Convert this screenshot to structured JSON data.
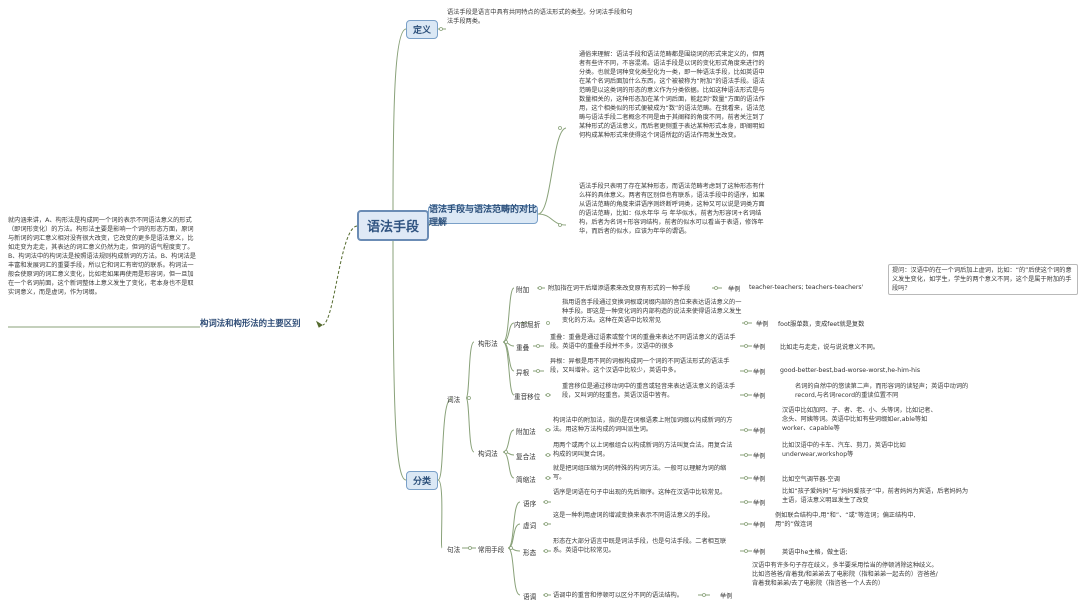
{
  "root": "语法手段",
  "left": {
    "title": "构词法和构形法的主要区别",
    "text": "就内涵来讲，A、构形法是构成同一个词的表示不同语法意义的形式（即词形变化）的方法。构形法主要是影响一个词的形态方面，原词与新词的词汇意义相对没有很大改变，它改变的更多是语法意义，比如走变为走走，其表达的词汇意义仍然为走，但词的语气程度变了。B、构词法中的构词法是按照语法规则构成新词的方法。B、构词法是丰富和发展词汇的重要手段，所以它和词汇有密切的联系。构词法一般会使原词的词汇意义变化，比如老如果再使用是形容词，但一旦加在一个名词前面，这个新词整体上意义发生了变化，老本身也不是取实词意义，而是虚词，作为词缀。"
  },
  "definition": {
    "label": "定义",
    "text": "语法手段是语言中具有共同特点的语法形式的类型。分词法手段和句法手段两类。"
  },
  "compare": {
    "label": "语法手段与语法范畴的对比理解",
    "text1": "通俗来理解：语法手段和语法范畴都是围绕词的形式来定义的，但两者有些许不同，不容混淆。语法手段是以词的变化形式角度来进行的分类。也就是词种变化类型化为一类，即一种语法手段，比如英语中在某个名词后面加什么东西，这个被被称为“附加”的语法手段。语法范畴是以这类词的形态的意义作为分类依据。比如这种语法形式是与数量相关的，这种形态加在某个词后面，能起到“数量”方面的语法作用，这个相类似的形式便被成为“数”的语法范畴。在我看来，语法范畴与语法手段二者概念不同是由于其阐释的角度不同，前者关注到了某种形式的语法意义，而后者更侧重于表达某种形式本身，即阐明如何构成某种形式来使得这个词语所起的语法作用发生改变。",
    "text2": "语法手段只表明了存在某种形态，而语法范畴考虑到了这种形态有什么样的具体意义。两者有区别但也有联系，语法手段中的语序，如果从语法范畴的角度来讲语序则终断呼词类，这种又可以说是词类方面的语法范畴，比如：似水年华 与 年华似水，前者为形容词+名词结构，后者为名词+形容词结构，前者的似水可以看当于表语，修饰年华，而后者的似水，应该为年华的谓语。"
  },
  "classify": {
    "label": "分类",
    "lexical": "词法",
    "gouxing": "构形法",
    "gouci": "构词法",
    "syntax": "句法",
    "changyong": "常用手段",
    "example_word": "举例",
    "fujia": {
      "label": "附加",
      "text": "附加指在词干后增添语素来改变原有形式的一种手段",
      "example": "teacher-teachers; teachers-teachers'",
      "note": "提问：汉语中的在一个词后加上虚词，比如：“的”后使这个词的意义发生变化，如学生，学生的两个意义不同，这个是属于附加的手段吗？"
    },
    "neibu": {
      "label": "内部屈折",
      "text": "指用语音手段通过变换词根或词缀内部的音位来表达语法意义的一种手段。即这是一种变化词的内部构造的说法来使得语法意义发生变化的方法。这种在英语中比较常见",
      "example": "foot服单数，变成feet就是复数"
    },
    "chongdie": {
      "label": "重叠",
      "text": "重叠：重叠是通过语素或整个词的重叠来表达不同语法意义的语法手段。英语中的重叠手段并不多，汉语中的很多",
      "example": "比如走与走走，说与说说意义不同。"
    },
    "yigen": {
      "label": "异根",
      "text": "异根：异根是用不同的词根构成同一个词的不同语法形式的语法手段，又叫增补。这个汉语中比较少，英语中多。",
      "example": "good-better-best,bad-worse-worst,he-him-his"
    },
    "zhongyin": {
      "label": "重音移位",
      "text": "重音移位是通过移动词中的重音或轻音来表达语法意义的语法手段，又叫词的轻重音。英语汉语中皆有。",
      "example": "名词的自然中的悠读第二声，而形容词的读轻声；英语中动词的record,与名词record的重读位置不同"
    },
    "ci_fujia": {
      "label": "附加法",
      "text": "构词法中的附加法，指的是在词根语素上附加词缀以构成新词的方法。用这种方法构成的词叫派生词。",
      "example": "汉语中比如加阿、子、者、老、小、头等词，比如记者、念头、阿姨等词。英语中比如有些词缀如er,able等如worker、capable等"
    },
    "fuhe": {
      "label": "复合法",
      "text": "用两个或两个以上词根组合以构成新词的方法叫复合法。用复合法构成的词叫复合词。",
      "example": "比如汉语中的卡车、汽车、剪刀，英语中比如underwear,workshop等"
    },
    "jianshuo": {
      "label": "简缩法",
      "text": "就是把词组压缩为词的特殊的构词方法。一般可以理解为词的缩写。",
      "example": "比如空气调节器-空调"
    },
    "yuxu": {
      "label": "语序",
      "text": "语序是词语在句子中出现的先后顺序。这种在汉语中比较常见。",
      "example": "比如“孩子爱妈妈”与“妈妈爱孩子”中，前者妈妈为宾语，后者妈妈为主语，语法意义明显发生了改变"
    },
    "xuci": {
      "label": "虚词",
      "text": "这是一种利用虚词的增减变换来表示不同语法意义的手段。",
      "example": "例如联合结构中,用“和”、“或”等连词；偏正结构中,用“的”做连词"
    },
    "xingtai": {
      "label": "形态",
      "text": "形态在大部分语言中既是词法手段，也是句法手段。二者相互联系。英语中比较常见。",
      "example": "英语中he主格，做主语;"
    },
    "yudiao": {
      "label": "语调",
      "text": "语调中的重音和停顿可以区分不同的语法结构。",
      "example": "汉语中有许多句子存在歧义，多半要采用恰当的停顿消除这种歧义。比如咨爸爸/背着我/和弟弟去了电影院（指和弟弟一起去的）咨爸爸/背着我和弟弟/去了电影院（指咨爸一个人去的）"
    },
    "colors": {
      "line": "#8aa27a",
      "node": "#dbe8f5",
      "border": "#7aa0c8",
      "accent": "#556b2f"
    }
  }
}
